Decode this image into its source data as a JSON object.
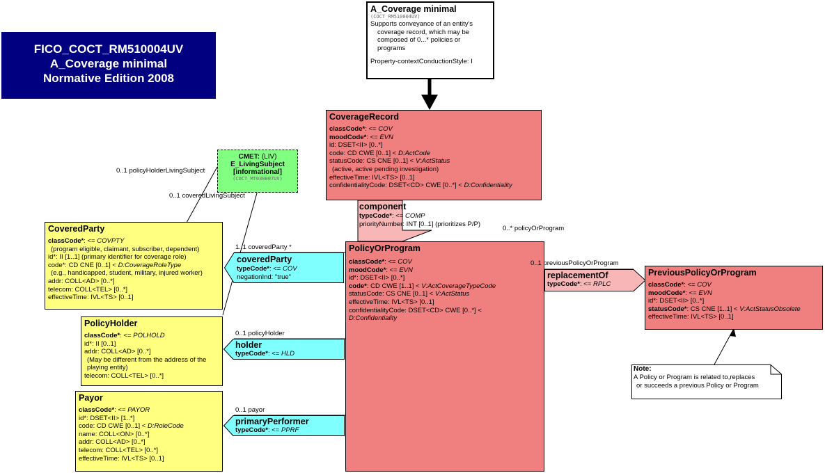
{
  "banner": {
    "line1": "FICO_COCT_RM510004UV",
    "line2": "A_Coverage minimal",
    "line3": "Normative Edition 2008"
  },
  "entry": {
    "title": "A_Coverage minimal",
    "code": "(COCT_RM510004UV)",
    "desc1": "Supports conveyance of an entity's",
    "desc2": "coverage record, which may be",
    "desc3": "composed of 0...* policies or",
    "desc4": "programs",
    "style": "Property-contextConductionStyle: I"
  },
  "coverage_record": {
    "title": "CoverageRecord",
    "class_code_name": "classCode*",
    "class_code_value": "COV",
    "mood_code_name": "moodCode*",
    "mood_code_value": "EVN",
    "id": "id: DSET<II> [0..*]",
    "code_prefix": "code: CD CWE [0..1] < ",
    "code_domain": "D:ActCode",
    "status_prefix": "statusCode: CS CNE [0..1] < ",
    "status_domain": "V:ActStatus",
    "status_note": "(active, active pending investigation)",
    "effective_time": "effectiveTime: IVL<TS> [0..1]",
    "conf_prefix": "confidentialityCode: DSET<CD> CWE [0..*] < ",
    "conf_domain": "D:Confidentiality"
  },
  "component": {
    "title": "component",
    "type_code_name": "typeCode*",
    "type_code_value": "COMP",
    "priority": "priorityNumber: INT [0..1] (prioritizes P/P)"
  },
  "policy_or_program": {
    "title": "PolicyOrProgram",
    "class_code_name": "classCode*",
    "class_code_value": "COV",
    "mood_code_name": "moodCode*",
    "mood_code_value": "EVN",
    "id": "id*: DSET<II> [0..*]",
    "code_name": "code*",
    "code_prefix": ": CD CWE [1..1] < ",
    "code_domain": "V:ActCoverageTypeCode",
    "status_prefix": "statusCode: CS CNE [0..1] < ",
    "status_domain": "V:ActStatus",
    "effective_time": "effectiveTime: IVL<TS> [0..1]",
    "conf_line1": "confidentialityCode: DSET<CD> CWE [0..*] <",
    "conf_domain": "D:Confidentiality"
  },
  "cmet": {
    "label_bold": "CMET:",
    "label_rest": " (LIV)",
    "name1": "E_LivingSubject",
    "name2": "[informational]",
    "code": "(COCT_MT030007UV)"
  },
  "covered_party": {
    "title": "CoveredParty",
    "class_code_name": "classCode*",
    "class_code_value": "COVPTY",
    "class_note": "(program eligible, claimant, subscriber, dependent)",
    "id": "id*: II [1..1] (primary identifier for coverage role)",
    "code_prefix": "code*: CD CNE [0..1] < ",
    "code_domain": "D:CoverageRoleType",
    "code_note": "(e.g., handicapped, student, military, injured worker)",
    "addr": "addr: COLL<AD> [0..*]",
    "telecom": "telecom: COLL<TEL> [0..*]",
    "effective_time": "effectiveTime: IVL<TS> [0..1]"
  },
  "covered_party_rel": {
    "title": "coveredParty",
    "type_code_name": "typeCode*",
    "type_code_value": "COV",
    "negation": "negationInd: \"true\""
  },
  "policy_holder": {
    "title": "PolicyHolder",
    "class_code_name": "classCode*",
    "class_code_value": "POLHOLD",
    "id": "id*: II [0..1]",
    "addr": "addr: COLL<AD> [0..*]",
    "addr_note1": "(May be different from the address of the",
    "addr_note2": "playing entity)",
    "telecom": "telecom: COLL<TEL> [0..*]"
  },
  "holder_rel": {
    "title": "holder",
    "type_code_name": "typeCode*",
    "type_code_value": "HLD"
  },
  "payor": {
    "title": "Payor",
    "class_code_name": "classCode*",
    "class_code_value": "PAYOR",
    "id": "id*: DSET<II> [1..*]",
    "code_prefix": "code: CD CWE [0..1] < ",
    "code_domain": "D:RoleCode",
    "name": "name: COLL<ON> [0..*]",
    "addr": "addr: COLL<AD> [0..*]",
    "telecom": "telecom: COLL<TEL> [0..*]",
    "effective_time": "effectiveTime: IVL<TS> [0..1]"
  },
  "primary_performer_rel": {
    "title": "primaryPerformer",
    "type_code_name": "typeCode*",
    "type_code_value": "PPRF"
  },
  "replacement_of": {
    "title": "replacementOf",
    "type_code_name": "typeCode*",
    "type_code_value": "RPLC"
  },
  "previous_policy": {
    "title": "PreviousPolicyOrProgram",
    "class_code_name": "classCode*",
    "class_code_value": "COV",
    "mood_code_name": "moodCode*",
    "mood_code_value": "EVN",
    "id": "id*: DSET<II> [0..*]",
    "status_name": "statusCode*",
    "status_prefix": ": CS CNE [1..1] < ",
    "status_domain": "V:ActStatusObsolete",
    "effective_time": "effectiveTime: IVL<TS> [0..1]"
  },
  "note": {
    "title": "Note:",
    "line1": "A Policy or Program is related to,replaces",
    "line2": "or succeeds a previous Policy or Program"
  },
  "labels": {
    "policy_holder_living": "0..1 policyHolderLivingSubject",
    "covered_living": "0..1 coveredLivingSubject",
    "policy_or_program_mult": "0..* policyOrProgram",
    "covered_party_mult": "1..1 coveredParty  *",
    "previous_mult": "0..1 previousPolicyOrProgram",
    "policy_holder_mult": "0..1 policyHolder",
    "payor_mult": "0..1 payor"
  },
  "prefix_sep": ": <= ",
  "colors": {
    "banner": "#000080",
    "act": "#f08080",
    "relationship_act": "#f9b6b6",
    "role": "#ffff80",
    "participation": "#80ffff",
    "cmet": "#80ff80"
  }
}
